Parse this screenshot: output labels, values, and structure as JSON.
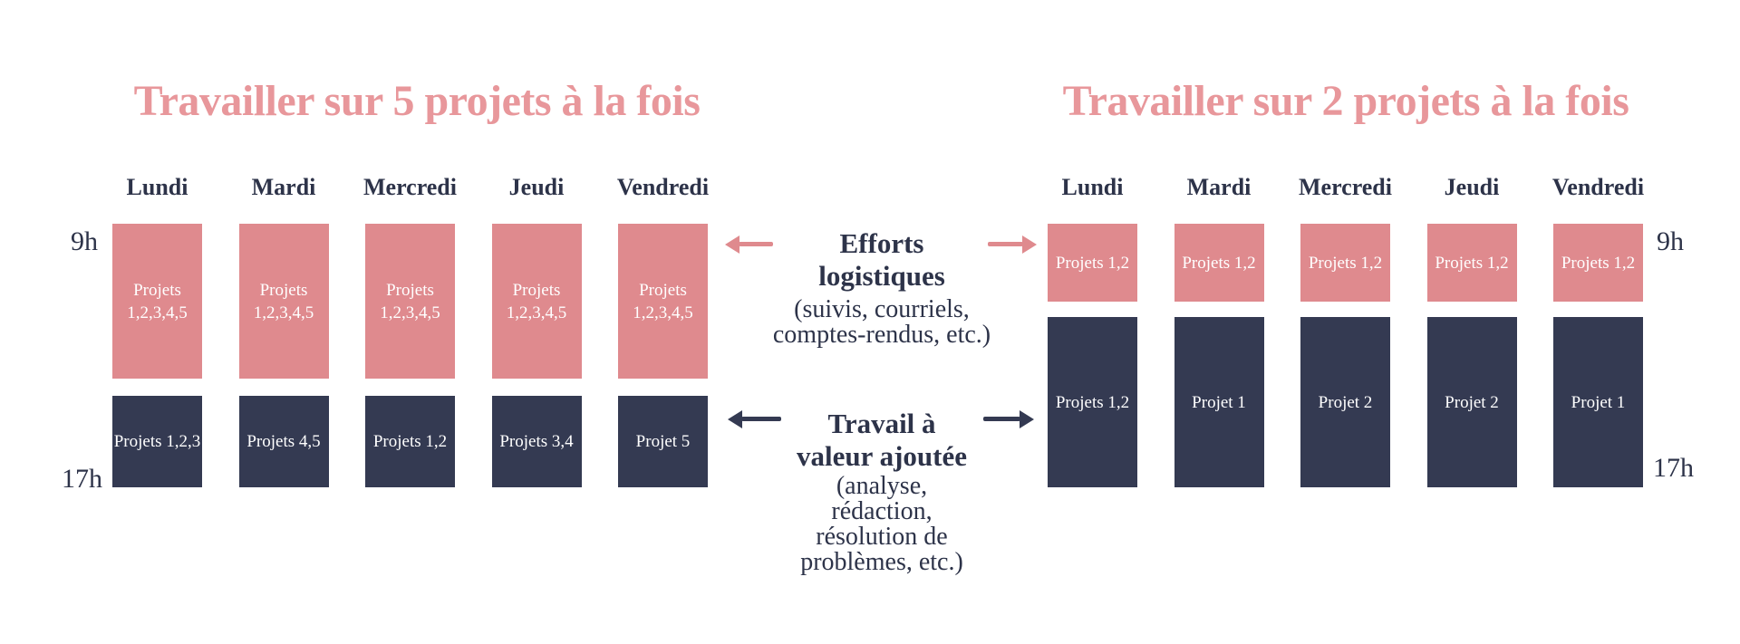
{
  "colors": {
    "pink": "#DF8A8E",
    "pink_title": "#E8979B",
    "navy": "#343A52",
    "navy_text": "#2D3349",
    "block_text": "#FFFFFF",
    "background": "#FFFFFF"
  },
  "left_chart": {
    "title": "Travailler sur 5 projets à la fois",
    "days": [
      "Lundi",
      "Mardi",
      "Mercredi",
      "Jeudi",
      "Vendredi"
    ],
    "time_start": "9h",
    "time_end": "17h",
    "morning_portion": 0.588,
    "afternoon_offset": 0.653,
    "afternoon_portion": 0.347,
    "morning_blocks": [
      {
        "lines": [
          "Projets",
          "1,2,3,4,5"
        ]
      },
      {
        "lines": [
          "Projets",
          "1,2,3,4,5"
        ]
      },
      {
        "lines": [
          "Projets",
          "1,2,3,4,5"
        ]
      },
      {
        "lines": [
          "Projets",
          "1,2,3,4,5"
        ]
      },
      {
        "lines": [
          "Projets",
          "1,2,3,4,5"
        ]
      }
    ],
    "afternoon_blocks": [
      {
        "lines": [
          "Projets 1,2,3"
        ]
      },
      {
        "lines": [
          "Projets 4,5"
        ]
      },
      {
        "lines": [
          "Projets 1,2"
        ]
      },
      {
        "lines": [
          "Projets 3,4"
        ]
      },
      {
        "lines": [
          "Projet 5"
        ]
      }
    ]
  },
  "right_chart": {
    "title": "Travailler sur 2 projets à la fois",
    "days": [
      "Lundi",
      "Mardi",
      "Mercredi",
      "Jeudi",
      "Vendredi"
    ],
    "time_start": "9h",
    "time_end": "17h",
    "morning_portion": 0.296,
    "afternoon_offset": 0.354,
    "afternoon_portion": 0.646,
    "morning_blocks": [
      {
        "lines": [
          "Projets 1,2"
        ]
      },
      {
        "lines": [
          "Projets 1,2"
        ]
      },
      {
        "lines": [
          "Projets 1,2"
        ]
      },
      {
        "lines": [
          "Projets 1,2"
        ]
      },
      {
        "lines": [
          "Projets 1,2"
        ]
      }
    ],
    "afternoon_blocks": [
      {
        "lines": [
          "Projets 1,2"
        ]
      },
      {
        "lines": [
          "Projet 1"
        ]
      },
      {
        "lines": [
          "Projet 2"
        ]
      },
      {
        "lines": [
          "Projet 2"
        ]
      },
      {
        "lines": [
          "Projet 1"
        ]
      }
    ]
  },
  "legend": {
    "efforts": {
      "heading_lines": [
        "Efforts",
        "logistiques"
      ],
      "subtext_lines": [
        "(suivis, courriels,",
        "comptes-rendus, etc.)"
      ]
    },
    "travail": {
      "heading_lines": [
        "Travail à",
        "valeur ajoutée"
      ],
      "subtext_lines": [
        "(analyse,",
        "rédaction,",
        "résolution de",
        "problèmes, etc.)"
      ]
    }
  }
}
